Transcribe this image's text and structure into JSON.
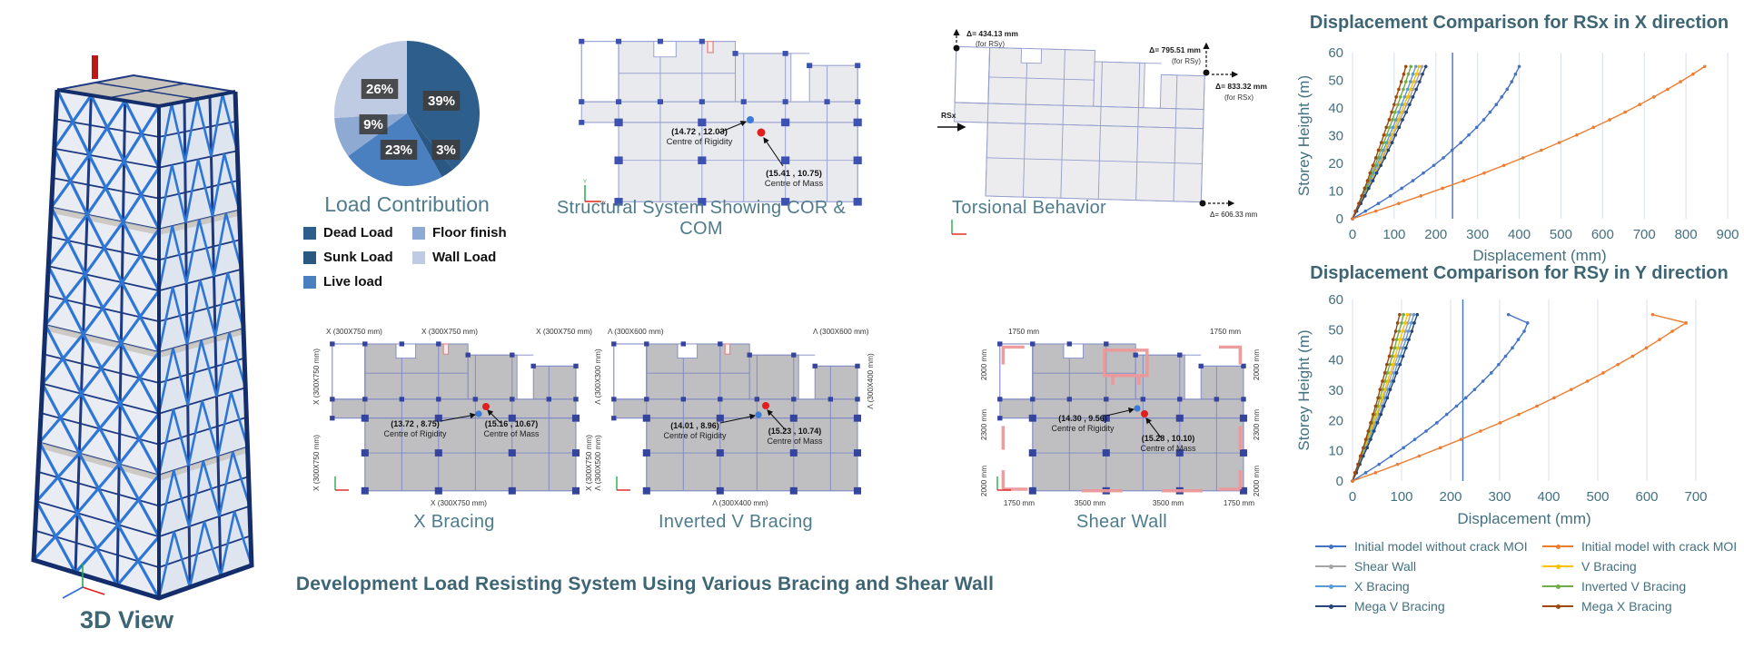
{
  "slide": {
    "view3d_label": "3D View",
    "dev_title": "Development Load Resisting System  Using Various Bracing and Shear Wall"
  },
  "pie": {
    "title": "Load Contribution",
    "slices": [
      {
        "label": "Dead Load",
        "pct": 39,
        "pct_label": "39%",
        "color": "#2e5e8c"
      },
      {
        "label": "Sunk Load",
        "pct": 3,
        "pct_label": "3%",
        "color": "#2a5882"
      },
      {
        "label": "Live load",
        "pct": 23,
        "pct_label": "23%",
        "color": "#4a7fc0"
      },
      {
        "label": "Floor finish",
        "pct": 9,
        "pct_label": "9%",
        "color": "#8ea9d2"
      },
      {
        "label": "Wall Load",
        "pct": 26,
        "pct_label": "26%",
        "color": "#becbe2"
      }
    ]
  },
  "plans": {
    "cor_com": {
      "caption": "Structural System Showing COR & COM",
      "cor_xy": "(14.72 , 12.03)",
      "cor_label": "Centre of Rigidity",
      "com_xy": "(15.41 , 10.75)",
      "com_label": "Centre of Mass"
    },
    "torsional": {
      "caption": "Torsional Behavior",
      "rsx_label": "RSx",
      "top_left_delta": "Δ= 434.13 mm",
      "top_left_dir": "(for RSy)",
      "top_right_delta": "Δ= 795.51 mm",
      "top_right_dir": "(for RSy)",
      "right_delta": "Δ= 833.32 mm",
      "right_dir": "(for RSx)",
      "bottom_delta": "Δ= 606.33 mm"
    },
    "x_bracing": {
      "caption": "X Bracing",
      "cor_xy": "(13.72 , 8.75)",
      "cor_label": "Centre of Rigidity",
      "com_xy": "(15.16 , 10.67)",
      "com_label": "Centre of Mass",
      "dim_top_left": "X (300X750 mm)",
      "dim_top_mid": "X (300X750 mm)",
      "dim_top_right": "X (300X750 mm)",
      "dim_left_top": "X (300X750 mm)",
      "dim_left_bottom": "X (300X750 mm)",
      "dim_right": "X (300X750 mm)",
      "dim_bottom": "X (300X750 mm)"
    },
    "inverted_v": {
      "caption": "Inverted V Bracing",
      "cor_xy": "(14.01 , 8.96)",
      "cor_label": "Centre of Rigidity",
      "com_xy": "(15.23 , 10.74)",
      "com_label": "Centre of Mass",
      "dim_top_left": "Λ (300X600 mm)",
      "dim_top_right": "Λ (300X600 mm)",
      "dim_left_top": "Λ (300X300 mm)",
      "dim_left_bottom": "Λ (300X500 mm)",
      "dim_right": "Λ (300X400 mm)",
      "dim_bottom": "Λ (300X400 mm)"
    },
    "shear_wall": {
      "caption": "Shear Wall",
      "cor_xy": "(14.30 , 9.56)",
      "cor_label": "Centre of Rigidity",
      "com_xy": "(15.28 , 10.10)",
      "com_label": "Centre of Mass",
      "dim_top_left": "1750 mm",
      "dim_top_right": "1750 mm",
      "dim_left_top": "2000 mm",
      "dim_left_mid": "2300 mm",
      "dim_left_bottom": "2000 mm",
      "dim_right_top": "2000 mm",
      "dim_right_mid": "2300 mm",
      "dim_right_bottom": "2000 mm",
      "dim_bottom_1": "1750 mm",
      "dim_bottom_2": "3500 mm",
      "dim_bottom_3": "3500 mm",
      "dim_bottom_4": "1750 mm"
    }
  },
  "chart_data": [
    {
      "type": "line",
      "title": "Displacement Comparison for RSx in X direction",
      "xlabel": "Displacement (mm)",
      "ylabel": "Storey Height (m)",
      "xlim": [
        0,
        900
      ],
      "ylim": [
        0,
        60
      ],
      "xticks": [
        0,
        100,
        200,
        300,
        400,
        500,
        600,
        700,
        800,
        900
      ],
      "yticks": [
        0,
        10,
        20,
        30,
        40,
        50,
        60
      ],
      "limit_line_x": 240,
      "grid": "vertical",
      "heights": [
        0,
        2.75,
        5.5,
        8.25,
        11,
        13.75,
        16.5,
        19.25,
        22,
        24.75,
        27.5,
        30.25,
        33,
        35.75,
        38.5,
        41.25,
        44,
        46.75,
        49.5,
        52.25,
        55
      ],
      "series": [
        {
          "name": "Shear Wall",
          "color": "#a5a5a5",
          "values": [
            0,
            10,
            19,
            28,
            37,
            46,
            55,
            64,
            73,
            81,
            90,
            98,
            106,
            114,
            122,
            130,
            138,
            145,
            153,
            160,
            167
          ]
        },
        {
          "name": "V Bracing",
          "color": "#ffc000",
          "values": [
            0,
            9,
            18,
            27,
            36,
            44,
            53,
            61,
            70,
            78,
            86,
            94,
            102,
            109,
            117,
            124,
            132,
            139,
            146,
            153,
            160
          ]
        },
        {
          "name": "X Bracing",
          "color": "#5b9bd5",
          "values": [
            0,
            9,
            17,
            26,
            34,
            42,
            50,
            58,
            66,
            74,
            82,
            89,
            97,
            104,
            111,
            118,
            125,
            132,
            139,
            145,
            152
          ]
        },
        {
          "name": "Inverted V Bracing",
          "color": "#70ad47",
          "values": [
            0,
            8,
            16,
            24,
            31,
            39,
            46,
            54,
            61,
            68,
            75,
            82,
            89,
            96,
            102,
            109,
            115,
            122,
            128,
            134,
            140
          ]
        },
        {
          "name": "Mega V Bracing",
          "color": "#264478",
          "values": [
            0,
            10,
            20,
            30,
            39,
            49,
            58,
            68,
            77,
            86,
            95,
            103,
            112,
            120,
            129,
            137,
            145,
            153,
            161,
            168,
            176
          ]
        },
        {
          "name": "Mega X Bracing",
          "color": "#9e480e",
          "values": [
            0,
            7,
            15,
            22,
            29,
            36,
            42,
            49,
            56,
            62,
            69,
            75,
            81,
            88,
            94,
            100,
            105,
            111,
            117,
            123,
            128
          ]
        },
        {
          "name": "Initial model without crack MOI",
          "color": "#4472c4",
          "values": [
            0,
            31,
            62,
            91,
            118,
            145,
            170,
            195,
            218,
            239,
            260,
            279,
            298,
            315,
            330,
            345,
            358,
            371,
            382,
            391,
            400
          ]
        },
        {
          "name": "Initial model with crack MOI",
          "color": "#ed7d31",
          "values": [
            0,
            56,
            111,
            164,
            216,
            267,
            316,
            363,
            409,
            453,
            496,
            538,
            578,
            617,
            654,
            689,
            723,
            756,
            787,
            817,
            845
          ]
        }
      ]
    },
    {
      "type": "line",
      "title": "Displacement Comparison for RSy in Y direction",
      "xlabel": "Displacement (mm)",
      "ylabel": "Storey Height (m)",
      "xlim": [
        0,
        700
      ],
      "ylim": [
        0,
        60
      ],
      "xticks": [
        0,
        100,
        200,
        300,
        400,
        500,
        600,
        700
      ],
      "yticks": [
        0,
        10,
        20,
        30,
        40,
        50,
        60
      ],
      "limit_line_x": 225,
      "grid": "vertical",
      "heights": [
        0,
        2.75,
        5.5,
        8.25,
        11,
        13.75,
        16.5,
        19.25,
        22,
        24.75,
        27.5,
        30.25,
        33,
        35.75,
        38.5,
        41.25,
        44,
        46.75,
        49.5,
        52.25,
        55
      ],
      "series": [
        {
          "name": "Shear Wall",
          "color": "#a5a5a5",
          "values": [
            0,
            7,
            13,
            20,
            26,
            33,
            39,
            45,
            51,
            57,
            63,
            69,
            75,
            81,
            86,
            92,
            97,
            103,
            108,
            113,
            118
          ]
        },
        {
          "name": "V Bracing",
          "color": "#ffc000",
          "values": [
            0,
            6,
            13,
            19,
            25,
            31,
            37,
            43,
            49,
            55,
            60,
            66,
            71,
            77,
            82,
            87,
            92,
            97,
            102,
            107,
            112
          ]
        },
        {
          "name": "X Bracing",
          "color": "#5b9bd5",
          "values": [
            0,
            7,
            14,
            21,
            28,
            35,
            41,
            48,
            55,
            61,
            67,
            73,
            80,
            86,
            91,
            97,
            103,
            109,
            114,
            120,
            125
          ]
        },
        {
          "name": "Inverted V Bracing",
          "color": "#70ad47",
          "values": [
            0,
            6,
            12,
            18,
            23,
            29,
            34,
            40,
            45,
            51,
            56,
            61,
            66,
            71,
            76,
            81,
            86,
            90,
            95,
            100,
            104
          ]
        },
        {
          "name": "Mega V Bracing",
          "color": "#264478",
          "values": [
            0,
            8,
            15,
            22,
            30,
            37,
            44,
            51,
            58,
            64,
            71,
            77,
            84,
            90,
            97,
            103,
            109,
            115,
            121,
            126,
            132
          ]
        },
        {
          "name": "Mega X Bracing",
          "color": "#9e480e",
          "values": [
            0,
            5,
            11,
            16,
            22,
            27,
            32,
            37,
            42,
            47,
            52,
            56,
            61,
            66,
            70,
            75,
            79,
            83,
            88,
            92,
            96
          ]
        },
        {
          "name": "Initial model without crack MOI",
          "color": "#4472c4",
          "values": [
            0,
            27,
            54,
            79,
            104,
            127,
            150,
            172,
            192,
            212,
            231,
            249,
            266,
            283,
            298,
            312,
            326,
            338,
            350,
            357,
            318
          ]
        },
        {
          "name": "Initial model with crack MOI",
          "color": "#ed7d31",
          "values": [
            0,
            47,
            92,
            136,
            179,
            221,
            261,
            301,
            339,
            376,
            411,
            446,
            479,
            511,
            541,
            571,
            599,
            626,
            652,
            680,
            612
          ]
        }
      ]
    }
  ],
  "legend": {
    "items": [
      {
        "label": "Initial model without crack MOI",
        "color": "#4472c4"
      },
      {
        "label": "Initial model with crack MOI",
        "color": "#ed7d31"
      },
      {
        "label": "Shear Wall",
        "color": "#a5a5a5"
      },
      {
        "label": "V Bracing",
        "color": "#ffc000"
      },
      {
        "label": "X Bracing",
        "color": "#5b9bd5"
      },
      {
        "label": "Inverted V Bracing",
        "color": "#70ad47"
      },
      {
        "label": "Mega V Bracing",
        "color": "#264478"
      },
      {
        "label": "Mega X Bracing",
        "color": "#9e480e"
      }
    ]
  }
}
